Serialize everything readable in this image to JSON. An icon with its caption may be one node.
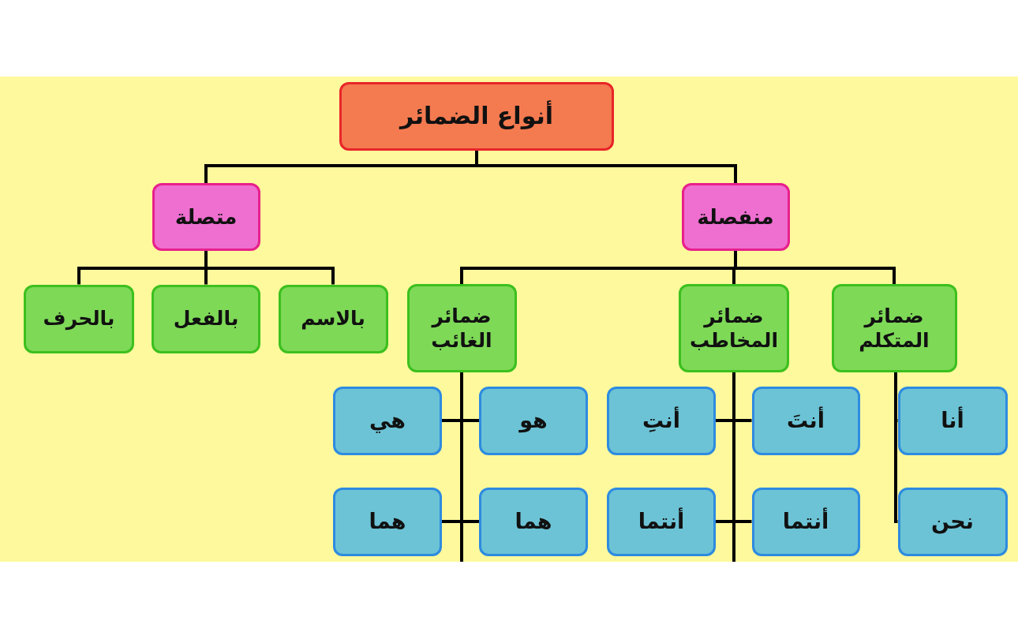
{
  "diagram": {
    "nodes": [
      {
        "text": [
          "أنواع الضمائر"
        ]
      },
      {
        "text": [
          "متصلة"
        ]
      },
      {
        "text": [
          "منفصلة"
        ]
      },
      {
        "text": [
          "بالحرف"
        ]
      },
      {
        "text": [
          "بالفعل"
        ]
      },
      {
        "text": [
          "بالاسم"
        ]
      },
      {
        "text": [
          "ضمائر الغائب"
        ]
      },
      {
        "text": [
          "ضمائر المخاطب"
        ]
      },
      {
        "text": [
          "ضمائر المتكلم"
        ]
      },
      {
        "text": [
          "هي"
        ]
      },
      {
        "text": [
          "هو"
        ]
      },
      {
        "text": [
          "أنتِ"
        ]
      },
      {
        "text": [
          "أنتَ"
        ]
      },
      {
        "text": [
          "أنا"
        ]
      },
      {
        "text": [
          "هما"
        ]
      },
      {
        "text": [
          "هما"
        ]
      },
      {
        "text": [
          "أنتما"
        ]
      },
      {
        "text": [
          "أنتما"
        ]
      },
      {
        "text": [
          "نحن"
        ]
      }
    ],
    "edges": [
      {
        "from": 0,
        "to": 1,
        "arrow": "none"
      },
      {
        "from": 0,
        "to": 2,
        "arrow": "none"
      },
      {
        "from": 1,
        "to": 3,
        "arrow": "none"
      },
      {
        "from": 1,
        "to": 4,
        "arrow": "none"
      },
      {
        "from": 1,
        "to": 5,
        "arrow": "none"
      },
      {
        "from": 2,
        "to": 6,
        "arrow": "none"
      },
      {
        "from": 2,
        "to": 7,
        "arrow": "none"
      },
      {
        "from": 2,
        "to": 8,
        "arrow": "none"
      },
      {
        "from": 6,
        "to": 9,
        "arrow": "none"
      },
      {
        "from": 6,
        "to": 10,
        "arrow": "none"
      },
      {
        "from": 6,
        "to": 14,
        "arrow": "none"
      },
      {
        "from": 6,
        "to": 15,
        "arrow": "none"
      },
      {
        "from": 7,
        "to": 11,
        "arrow": "none"
      },
      {
        "from": 7,
        "to": 12,
        "arrow": "none"
      },
      {
        "from": 7,
        "to": 16,
        "arrow": "none"
      },
      {
        "from": 7,
        "to": 17,
        "arrow": "none"
      },
      {
        "from": 8,
        "to": 13,
        "arrow": "none"
      },
      {
        "from": 8,
        "to": 18,
        "arrow": "none"
      }
    ]
  }
}
